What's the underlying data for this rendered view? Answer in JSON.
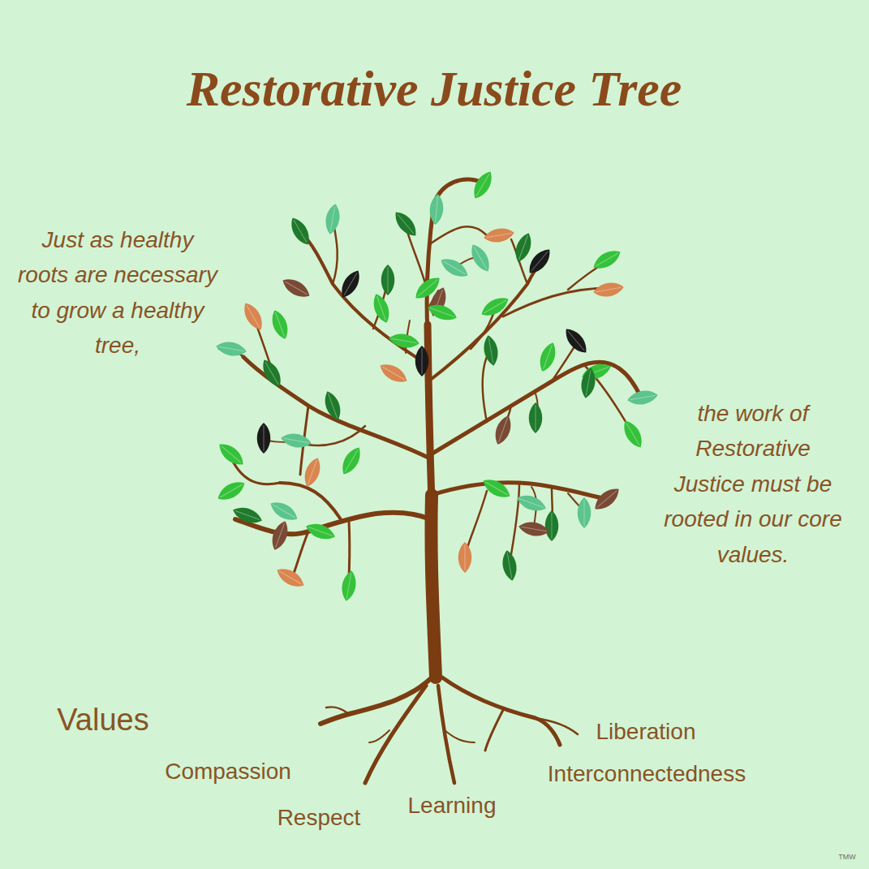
{
  "diagram": {
    "title": "Restorative Justice Tree",
    "labels": [
      "Just as healthy roots are necessary to grow a healthy tree,",
      "the work of Restorative Justice must be rooted in our core values.",
      "Values",
      "Liberation",
      "Compassion",
      "Interconnectedness",
      "Learning",
      "Respect",
      "TMW"
    ]
  }
}
